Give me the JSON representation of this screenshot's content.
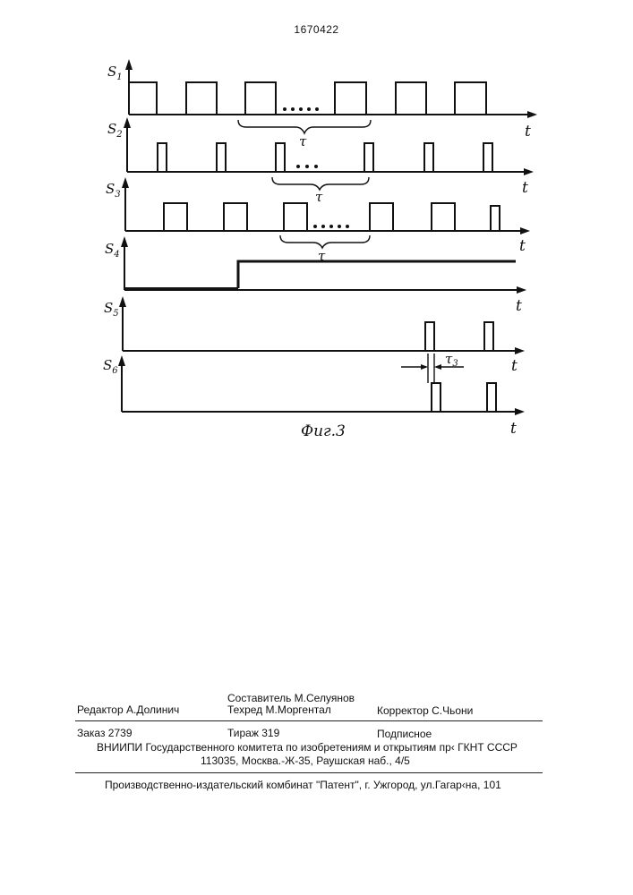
{
  "patent_number": "1670422",
  "figure": {
    "caption": "Фиг.3",
    "axis_label": "t",
    "signals": [
      {
        "name": "S1",
        "letter": "S",
        "index": "1"
      },
      {
        "name": "S2",
        "letter": "S",
        "index": "2"
      },
      {
        "name": "S3",
        "letter": "S",
        "index": "3"
      },
      {
        "name": "S4",
        "letter": "S",
        "index": "4"
      },
      {
        "name": "S5",
        "letter": "S",
        "index": "5"
      },
      {
        "name": "S6",
        "letter": "S",
        "index": "6"
      }
    ],
    "tau_label": "τ",
    "tau3_label": "τ",
    "tau3_sub": "3"
  },
  "imprint": {
    "editor": "Редактор  А.Долинич",
    "compiler": "Составитель  М.Селуянов",
    "techred": "Техред М.Моргентал",
    "corrector": "Корректор С.Чьони",
    "order": "Заказ  2739",
    "circulation": "Тираж  319",
    "subscription": "Подписное",
    "institute": "ВНИИПИ Государственного комитета по изобретениям и открытиям пр‹ ГКНТ СССР",
    "address": "113035, Москва.-Ж-35, Раушская наб., 4/5",
    "publisher": "Производственно-издательский комбинат \"Патент\", г. Ужгород, ул.Гагар‹на, 101"
  }
}
